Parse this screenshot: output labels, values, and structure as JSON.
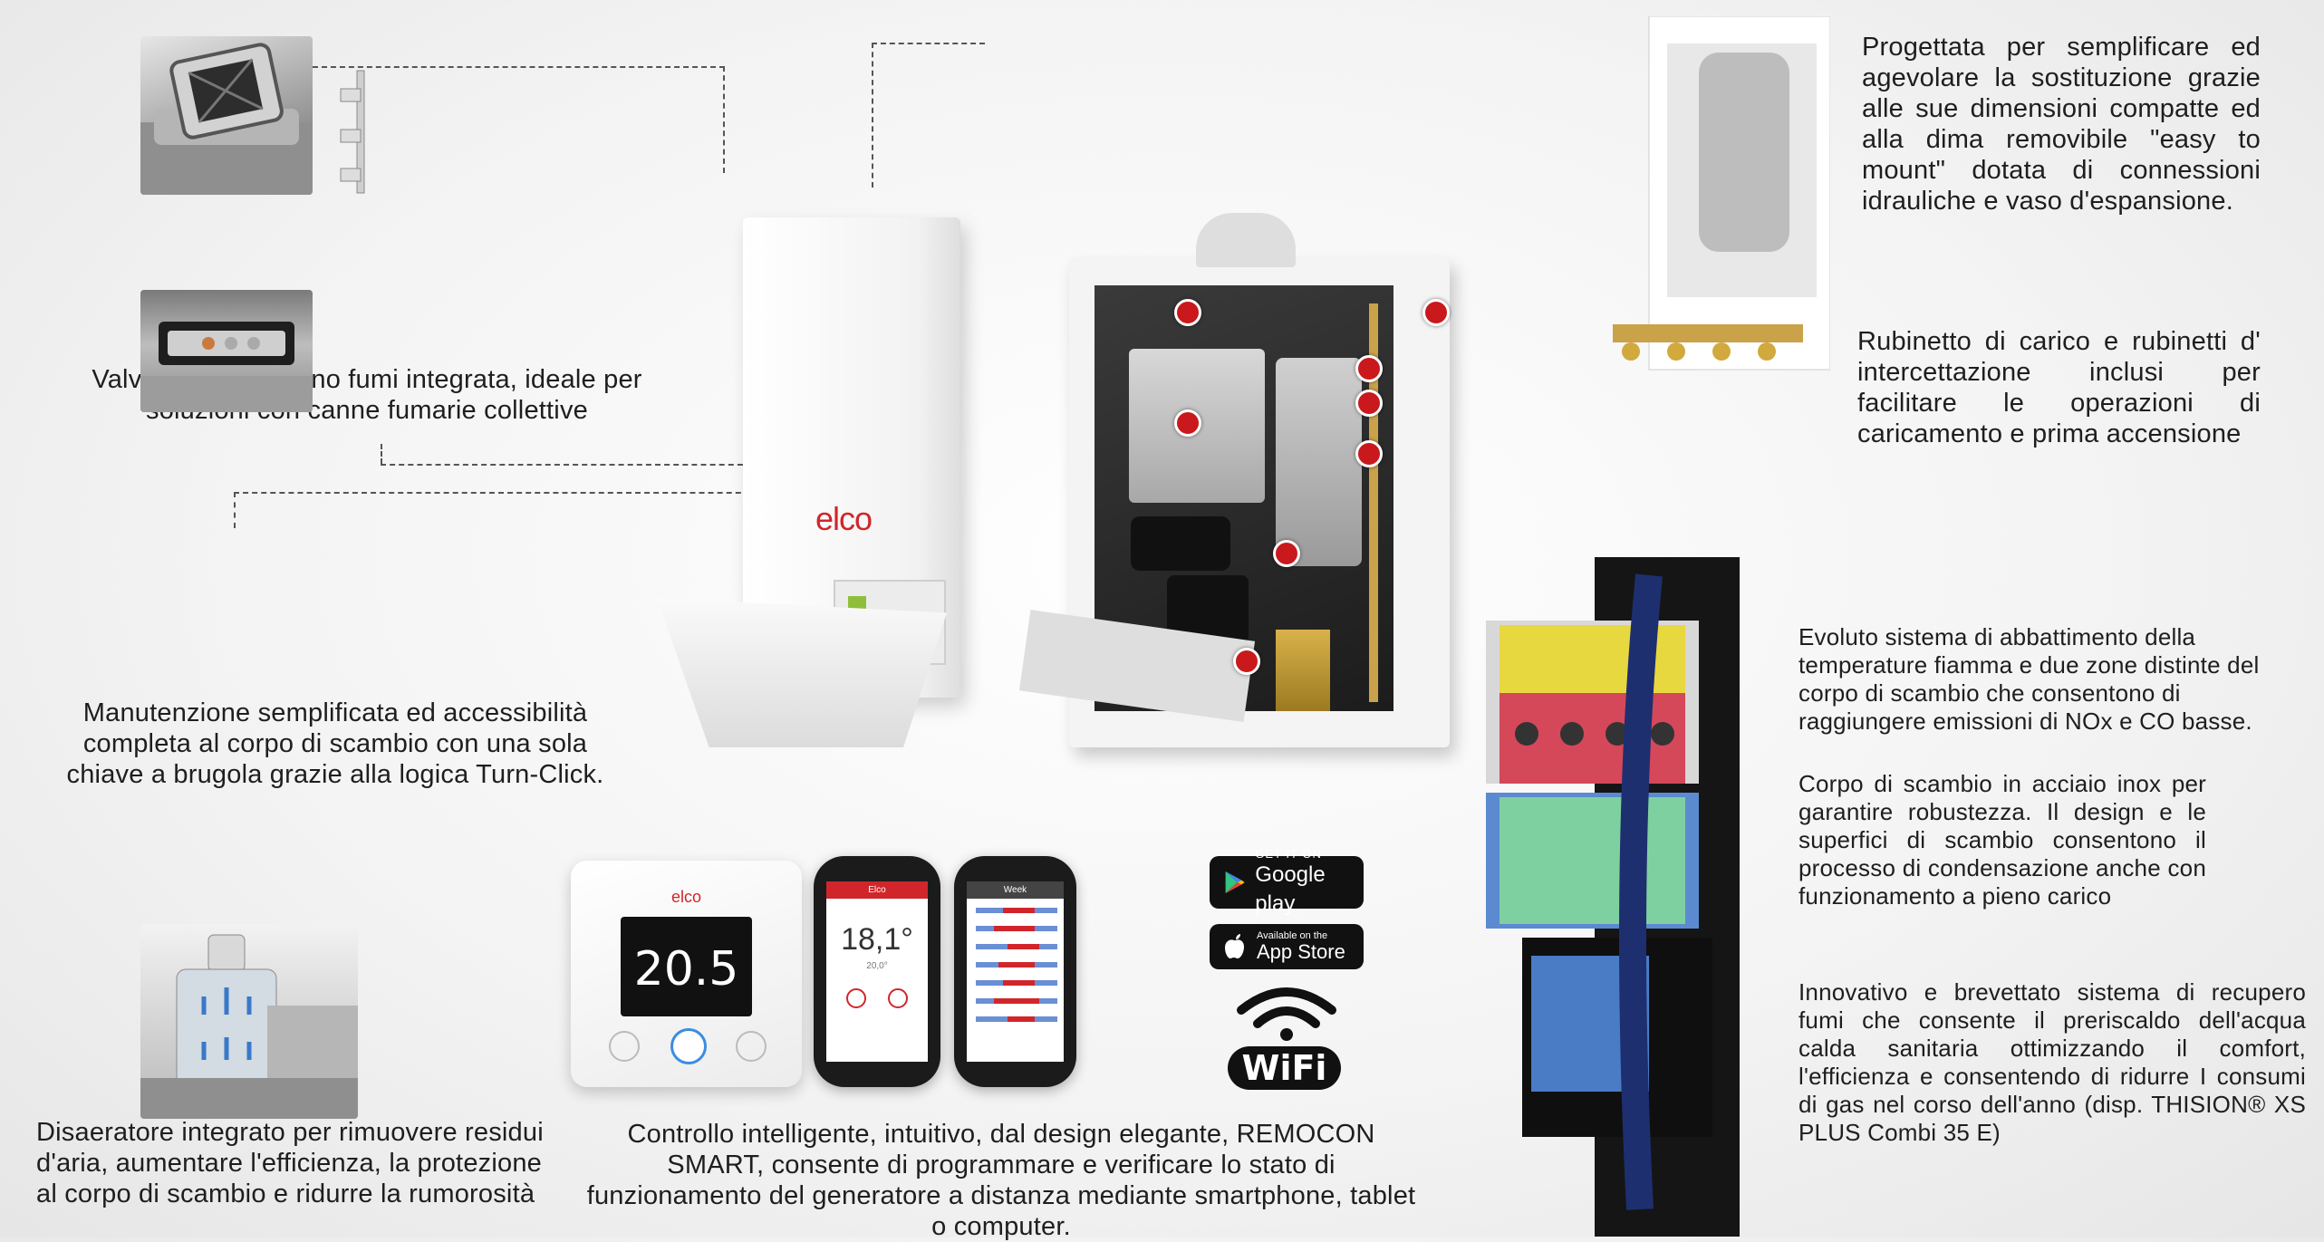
{
  "captions": {
    "valve": "Valvola di non ritorno fumi integrata, ideale per soluzioni con canne fumarie collettive",
    "maintenance": "Manutenzione semplificata ed accessibilità completa al corpo di scambio con una sola chiave a brugola grazie alla logica Turn-Click.",
    "deaerator": "Disaeratore integrato per rimuovere residui d'aria, aumentare l'efficienza, la protezione al corpo di scambio e ridurre la rumorosità",
    "control": "Controllo intelligente, intuitivo, dal design elegante, REMOCON SMART, consente di programmare e verificare lo stato di funzionamento del generatore a distanza mediante smartphone, tablet o computer.",
    "design": "Progettata per semplificare ed agevolare la sostituzione grazie alle sue dimensioni compatte ed alla dima removibile \"easy to mount\" dotata di connessioni idrauliche e vaso d'espansione.",
    "tap": "Rubinetto di carico e rubinetti d' intercettazione inclusi per facilitare le operazioni di caricamento e prima accensione",
    "flame": "Evoluto sistema di abbattimento della temperature fiamma e due zone distinte del corpo di scambio che consentono di raggiungere emissioni di NOx e CO basse.",
    "steel": "Corpo di scambio in acciaio inox per garantire robustezza. Il design e le superfici di scambio consentono il processo di condensazione anche con funzionamento a pieno carico",
    "recovery": "Innovativo e brevettato sistema di recupero fumi che consente il preriscaldo dell'acqua calda sanitaria ottimizzando il comfort, l'efficienza e consentendo di ridurre I consumi di gas nel corso dell'anno (disp. THISION® XS PLUS Combi 35 E)"
  },
  "boiler": {
    "brand": "elco"
  },
  "thermostat": {
    "brand": "elco",
    "temperature": "20.5"
  },
  "phone1": {
    "title": "Elco",
    "temperature": "18,1°",
    "setpoint": "20,0°"
  },
  "phone2": {
    "title": "Week"
  },
  "stores": {
    "google_small": "GET IT ON",
    "google_big": "Google play",
    "apple_small": "Available on the",
    "apple_big": "App Store"
  },
  "wifi": {
    "label": "WiFi"
  },
  "colors": {
    "accent_red": "#c9191c",
    "elco_red": "#d0262b",
    "dark": "#111111"
  }
}
